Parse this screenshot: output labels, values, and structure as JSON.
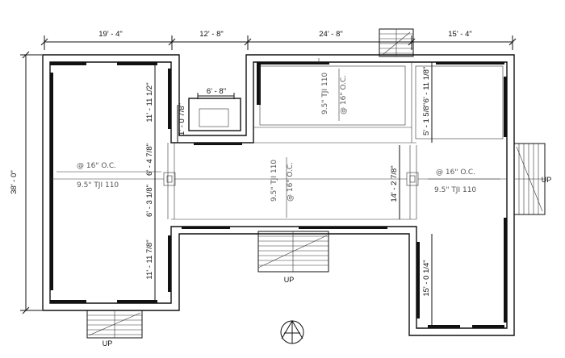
{
  "dimensions": {
    "top": [
      "19' - 4\"",
      "12' - 8\"",
      "24' - 8\"",
      "15' - 4\""
    ],
    "left_overall": "38' - 0\"",
    "left_wing_upper": "11' - 11 1/2\"",
    "small_vertical": "1' - 0 7/8\"",
    "closet_width": "6' - 8\"",
    "corridor_upper": "6' - 4 7/8\"",
    "corridor_lower": "6' - 3 1/8\"",
    "left_wing_lower": "11' - 11 7/8\"",
    "right_upper": "6' - 11 1/8\"",
    "right_upper_2": "5' - 1 5/8\"",
    "right_middle": "14' - 2 7/8\"",
    "right_lower": "15' - 0 1/4\""
  },
  "annotations": {
    "spacing": "@ 16\" O.C.",
    "joist": "9.5\" TJI 110"
  },
  "stairs": {
    "label": "UP"
  }
}
